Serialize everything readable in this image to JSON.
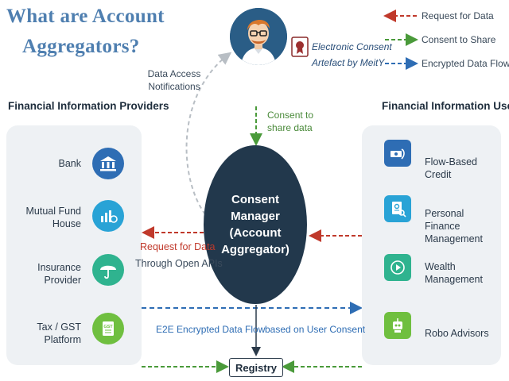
{
  "title": {
    "line1": "What are Account",
    "line2": "Aggregators?"
  },
  "legend": [
    {
      "label": "Request for Data",
      "color": "#c0392b",
      "direction": "left"
    },
    {
      "label": "Consent to Share",
      "color": "#4a9a3a",
      "direction": "right"
    },
    {
      "label": "Encrypted Data Flow",
      "color": "#2e6db4",
      "direction": "right"
    }
  ],
  "consent_artefact": "Electronic Consent Artefact by MeitY",
  "data_access_notifications": "Data Access Notifications",
  "consent_to_share_data": "Consent to share data",
  "providers": {
    "heading": "Financial Information Providers",
    "items": [
      {
        "label": "Bank",
        "icon": "bank-icon",
        "color": "#2e6db4"
      },
      {
        "label": "Mutual Fund House",
        "icon": "chart-coin-icon",
        "color": "#29a3d6"
      },
      {
        "label": "Insurance Provider",
        "icon": "umbrella-icon",
        "color": "#2fb38f"
      },
      {
        "label": "Tax / GST Platform",
        "icon": "gst-document-icon",
        "color": "#6fbf3f"
      }
    ]
  },
  "users": {
    "heading": "Financial Information Users",
    "items": [
      {
        "label": "Flow-Based Credit",
        "icon": "money-flow-icon",
        "color": "#2e6db4"
      },
      {
        "label": "Personal Finance Management",
        "icon": "finance-report-icon",
        "color": "#29a3d6"
      },
      {
        "label": "Wealth Management",
        "icon": "play-icon",
        "color": "#2fb38f"
      },
      {
        "label": "Robo Advisors",
        "icon": "robot-icon",
        "color": "#6fbf3f"
      }
    ]
  },
  "manager": {
    "line1": "Consent",
    "line2": "Manager",
    "line3": "(Account",
    "line4": "Aggregator)"
  },
  "request_for_data": "Request for Data",
  "through_open_apis": "Through Open APIs",
  "e2e_flow": "E2E Encrypted Data Flow",
  "based_on_consent": "based on User Consent",
  "registry": "Registry"
}
